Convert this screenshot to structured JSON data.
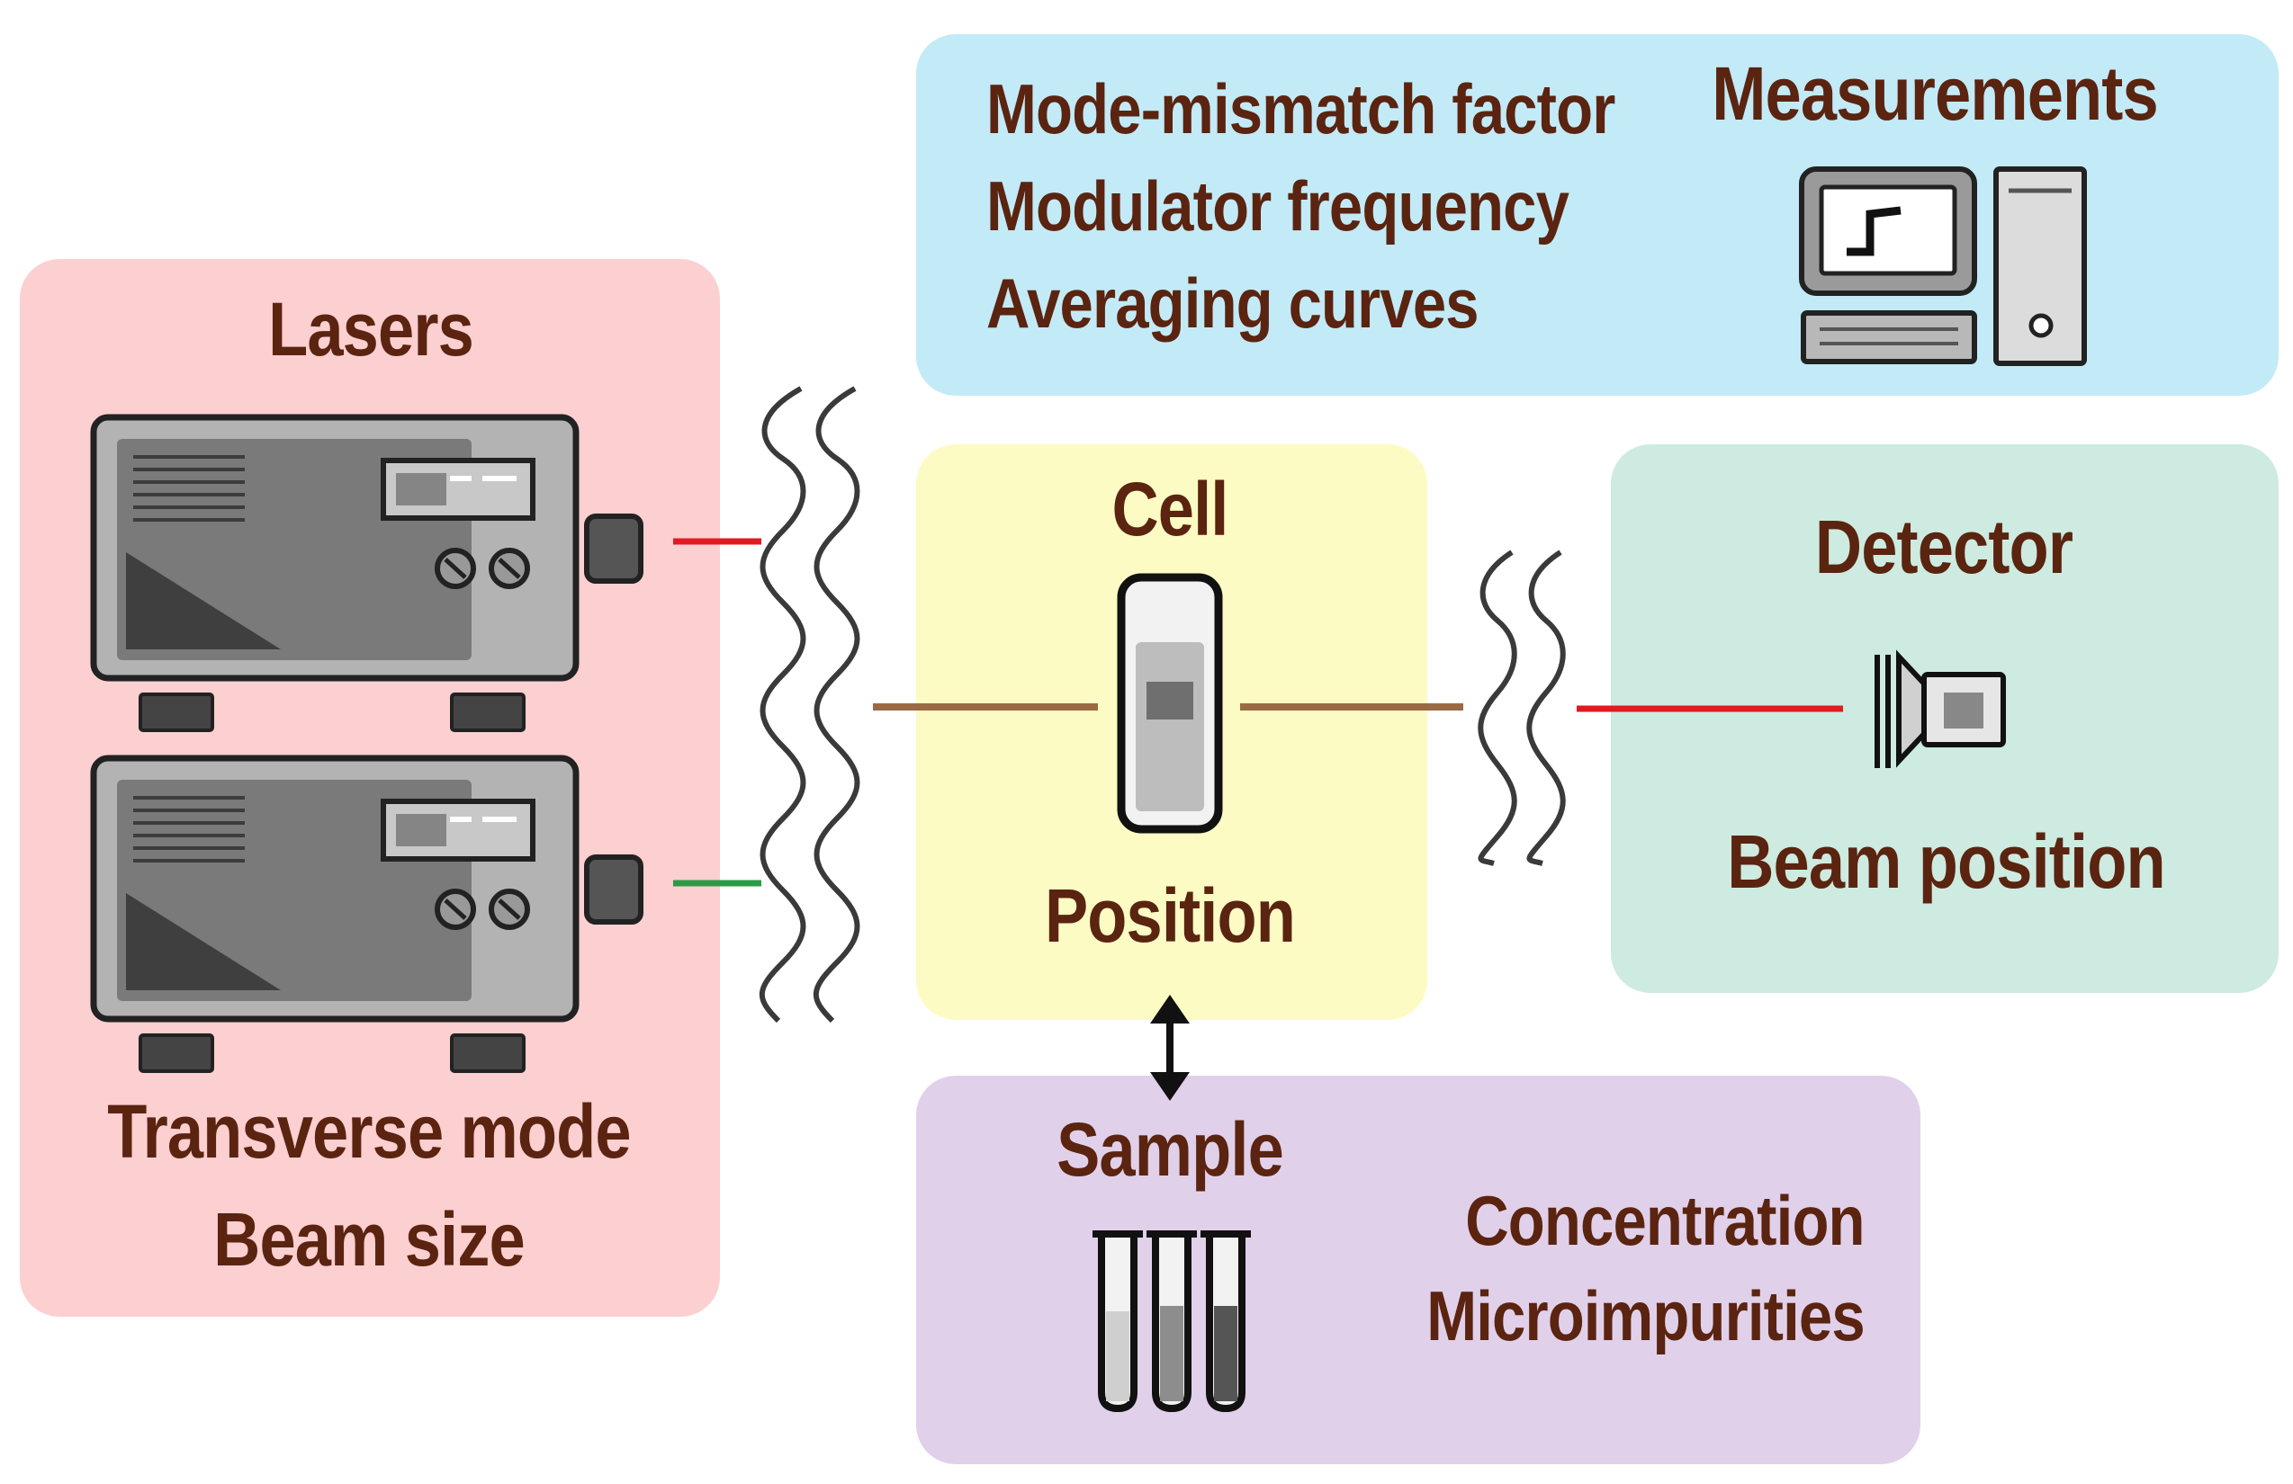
{
  "colors": {
    "lasers_panel": "#fccfd0",
    "measurements_panel": "#c3eaf7",
    "cell_panel": "#fcfbc4",
    "detector_panel": "#cdebe0",
    "sample_panel": "#e1d0ea",
    "text": "#5a2410",
    "red_beam": "#e01b22",
    "green_beam": "#2a9c46",
    "brown_beam": "#9a6a45"
  },
  "lasers": {
    "title": "Lasers",
    "params": [
      "Transverse mode",
      "Beam size"
    ]
  },
  "measurements": {
    "title": "Measurements",
    "params": [
      "Mode-mismatch factor",
      "Modulator frequency",
      "Averaging curves"
    ]
  },
  "cell": {
    "title": "Cell",
    "param": "Position"
  },
  "detector": {
    "title": "Detector",
    "param": "Beam position"
  },
  "sample": {
    "title": "Sample",
    "params": [
      "Concentration",
      "Microimpurities"
    ]
  },
  "icons": [
    "laser-unit-icon",
    "computer-icon",
    "cuvette-icon",
    "photodetector-icon",
    "test-tubes-icon",
    "wavy-line-icon",
    "double-arrow-icon"
  ]
}
